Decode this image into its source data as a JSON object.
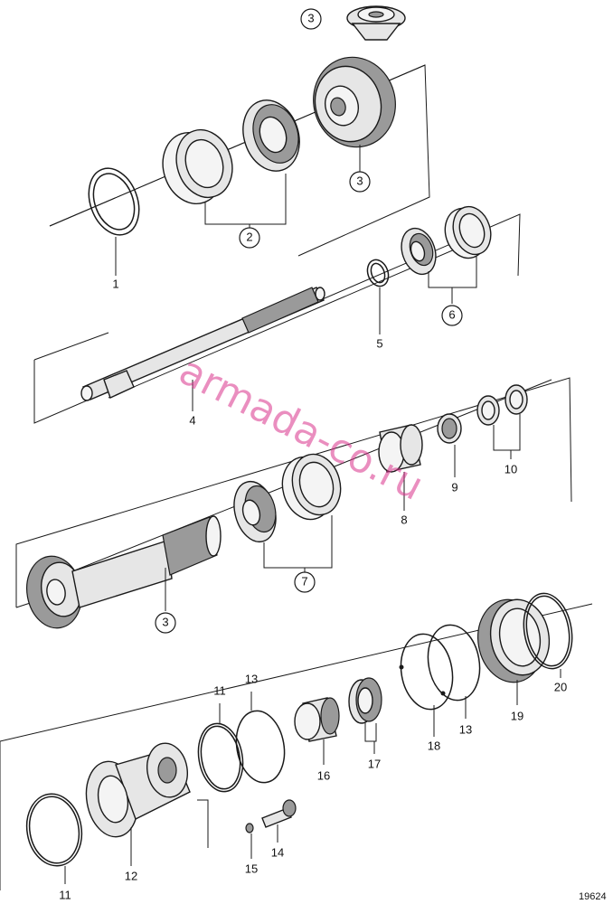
{
  "figure_number": "19624",
  "watermark": "armada-co.ru",
  "callouts": {
    "c1": "1",
    "c2": "2",
    "c3_top": "3",
    "c3_gear": "3",
    "c3_shaft": "3",
    "c4": "4",
    "c5": "5",
    "c6": "6",
    "c7": "7",
    "c8": "8",
    "c9": "9",
    "c10": "10",
    "c11_left": "11",
    "c11_mid": "11",
    "c12": "12",
    "c13_left": "13",
    "c13_right": "13",
    "c14": "14",
    "c15": "15",
    "c16": "16",
    "c17": "17",
    "c18": "18",
    "c19": "19",
    "c20": "20"
  },
  "colors": {
    "watermark": "#d9328c",
    "line": "#1a1a1a"
  }
}
